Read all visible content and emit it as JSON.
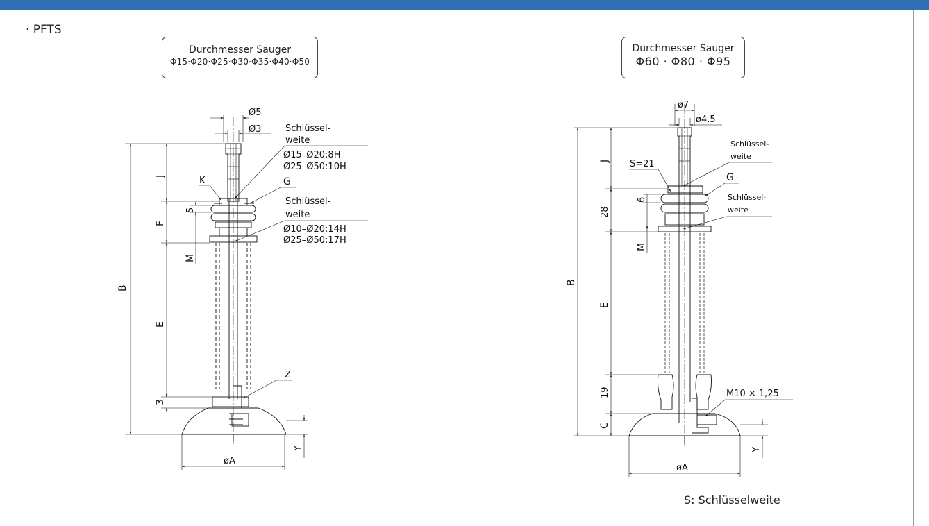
{
  "header": {
    "title": "· PFTS"
  },
  "left_drawing": {
    "box": {
      "line1": "Durchmesser Sauger",
      "line2": "Φ15·Φ20·Φ25·Φ30·Φ35·Φ40·Φ50"
    },
    "dims": {
      "d5": "Ø5",
      "d3": "Ø3",
      "J": "J",
      "K": "K",
      "G": "G",
      "five": "5",
      "F": "F",
      "M": "M",
      "B": "B",
      "E": "E",
      "three": "3",
      "Z": "Z",
      "Y": "Y",
      "A": "øA"
    },
    "note_top": {
      "l1": "Schlüssel-",
      "l2": "weite",
      "l3": "Ø15–Ø20:8H",
      "l4": "Ø25–Ø50:10H"
    },
    "note_mid": {
      "l1": "Schlüssel-",
      "l2": "weite",
      "l3": "Ø10–Ø20:14H",
      "l4": "Ø25–Ø50:17H"
    }
  },
  "right_drawing": {
    "box": {
      "line1": "Durchmesser Sauger",
      "line2": "Φ60 · Φ80 · Φ95"
    },
    "dims": {
      "d7": "ø7",
      "d45": "ø4.5",
      "J": "J",
      "S21": "S=21",
      "G": "G",
      "six": "6",
      "twentyeight": "28",
      "M": "M",
      "B": "B",
      "E": "E",
      "nineteen": "19",
      "C": "C",
      "M10": "M10 × 1,25",
      "Y": "Y",
      "A": "øA"
    },
    "note1": {
      "l1": "Schlüssel-",
      "l2": "weite"
    },
    "note2": {
      "l1": "Schlüssel-",
      "l2": "weite"
    }
  },
  "footnote": "S: Schlüsselweite",
  "colors": {
    "header_bar": "#2f6fb3",
    "frame": "#9a9a9a",
    "ink": "#111111"
  }
}
